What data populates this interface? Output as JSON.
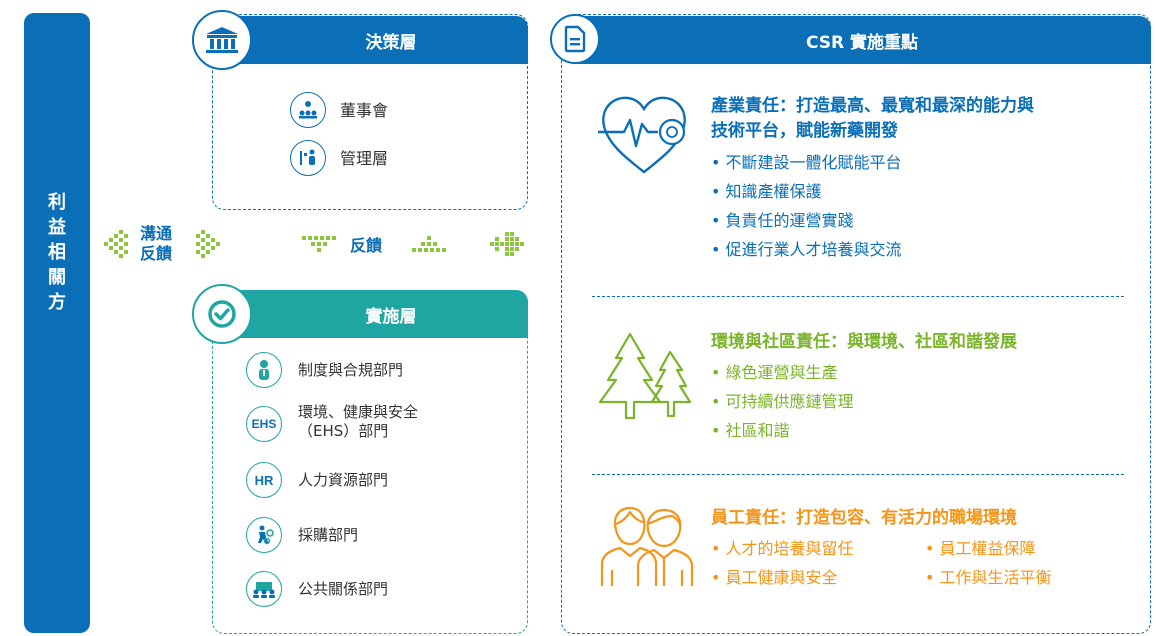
{
  "stakeholders": {
    "label": "利\n益\n相\n關\n方"
  },
  "communication": {
    "label_line1": "溝通",
    "label_line2": "反饋",
    "feedback_label": "反饋"
  },
  "decision_layer": {
    "title": "決策層",
    "items": [
      {
        "label": "董事會",
        "icon": "board-icon"
      },
      {
        "label": "管理層",
        "icon": "management-icon"
      }
    ]
  },
  "implementation_layer": {
    "title": "實施層",
    "items": [
      {
        "label": "制度與合規部門",
        "icon": "compliance-icon"
      },
      {
        "label": "環境、健康與安全\n（EHS）部門",
        "icon": "ehs-icon",
        "badge": "EHS"
      },
      {
        "label": "人力資源部門",
        "icon": "hr-icon",
        "badge": "HR"
      },
      {
        "label": "採購部門",
        "icon": "procurement-icon"
      },
      {
        "label": "公共關係部門",
        "icon": "public-relations-icon"
      }
    ]
  },
  "csr": {
    "title": "CSR 實施重點",
    "sections": [
      {
        "title": "產業責任：打造最高、最寬和最深的能力與\n技術平台，賦能新藥開發",
        "bullets": [
          "不斷建設一體化賦能平台",
          "知識產權保護",
          "負責任的運營實踐",
          "促進行業人才培養與交流"
        ]
      },
      {
        "title": "環境與社區責任：與環境、社區和諧發展",
        "bullets": [
          "綠色運營與生產",
          "可持續供應鏈管理",
          "社區和諧"
        ]
      },
      {
        "title": "員工責任：打造包容、有活力的職場環境",
        "bullets": [
          "人才的培養與留任",
          "員工權益保障",
          "員工健康與安全",
          "工作與生活平衡"
        ]
      }
    ]
  },
  "colors": {
    "blue": "#0b6fb8",
    "teal": "#20a6a2",
    "green": "#7ab42b",
    "orange": "#f39519"
  }
}
